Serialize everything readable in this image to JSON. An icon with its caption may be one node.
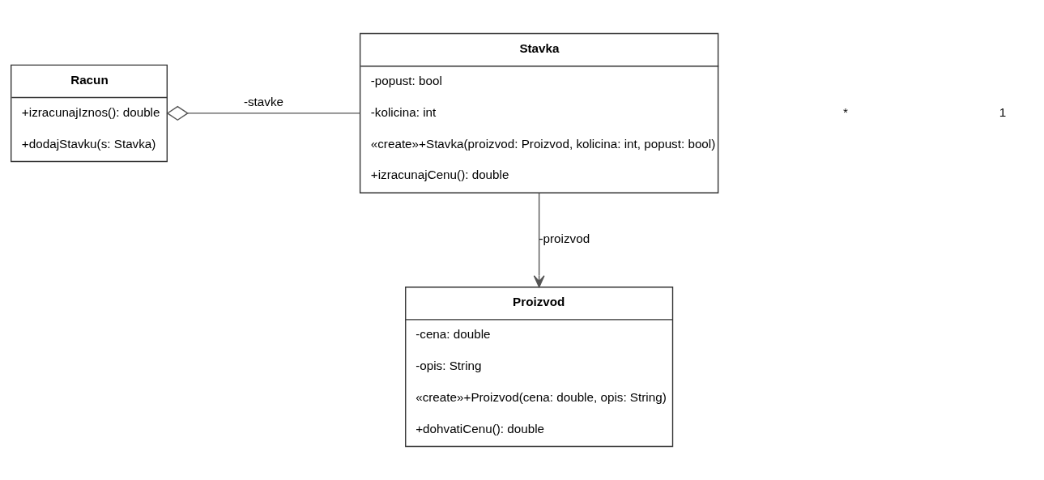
{
  "diagram": {
    "nodes": [
      {
        "text": [
          "Racun",
          "+izracunajIznos(): double",
          "+dodajStavku(s: Stavka)"
        ]
      },
      {
        "text": [
          "Stavka",
          "-popust: bool",
          "-kolicina: int",
          "«create»+Stavka(proizvod: Proizvod, kolicina: int, popust: bool)",
          "+izracunajCenu(): double"
        ]
      },
      {
        "text": [
          "Proizvod",
          "-cena: double",
          "-opis: String",
          "«create»+Proizvod(cena: double, opis: String)",
          "+dohvatiCenu(): double"
        ]
      }
    ],
    "edges": [
      {
        "from": 0,
        "to": 1,
        "arrow": "other",
        "label": "-stavke"
      },
      {
        "from": 1,
        "to": 2,
        "arrow": "to",
        "label": "-proizvod"
      }
    ],
    "labels": [
      "*",
      "1"
    ]
  }
}
